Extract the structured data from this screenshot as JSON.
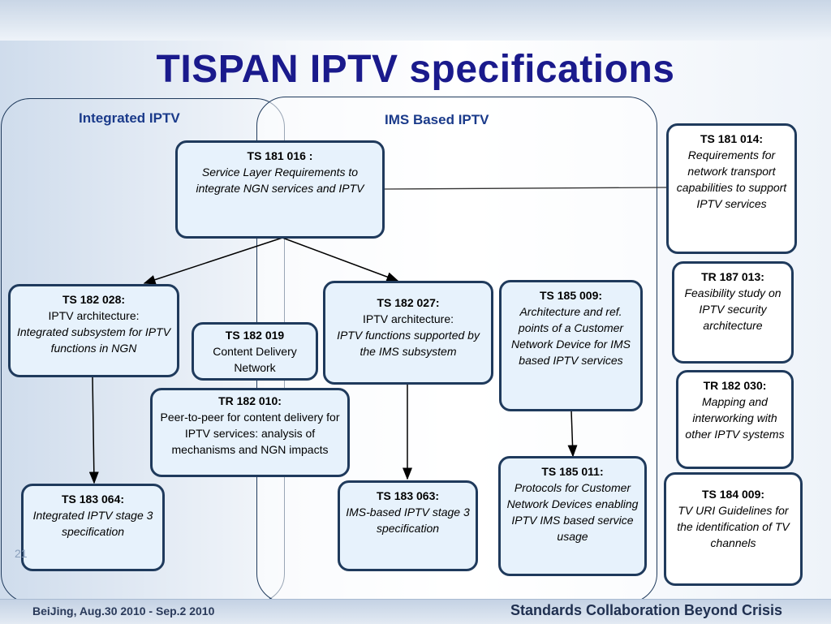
{
  "title": "TISPAN IPTV specifications",
  "regions": {
    "integrated": "Integrated IPTV",
    "ims": "IMS Based IPTV"
  },
  "boxes": {
    "ts181016": {
      "code": "TS 181 016 :",
      "desc": "Service Layer Requirements to integrate NGN services and IPTV"
    },
    "ts181014": {
      "code": "TS 181 014:",
      "desc": "Requirements for network transport capabilities to support IPTV services"
    },
    "tr187013": {
      "code": "TR 187 013:",
      "desc": "Feasibility study on IPTV security architecture"
    },
    "tr182030": {
      "code": "TR 182 030:",
      "desc": "Mapping and interworking with other IPTV systems"
    },
    "ts184009": {
      "code": "TS 184 009:",
      "desc": "TV URI Guidelines for the identification of TV channels"
    },
    "ts182028": {
      "code": "TS 182 028:",
      "plain": "IPTV architecture:",
      "desc": "Integrated subsystem for IPTV functions in NGN"
    },
    "ts182019": {
      "code": "TS 182 019",
      "plain": "Content Delivery Network"
    },
    "ts182027": {
      "code": "TS 182 027:",
      "plain": "IPTV architecture:",
      "desc": "IPTV functions supported by the IMS subsystem"
    },
    "ts185009": {
      "code": "TS 185 009:",
      "desc": "Architecture and ref. points of a Customer Network Device for IMS based IPTV services"
    },
    "tr182010": {
      "code": "TR 182 010:",
      "plain": "Peer-to-peer for content delivery for IPTV services: analysis of mechanisms and NGN impacts"
    },
    "ts183064": {
      "code": "TS 183 064:",
      "desc": "Integrated IPTV stage 3 specification"
    },
    "ts183063": {
      "code": "TS 183 063:",
      "desc": "IMS-based IPTV stage 3 specification"
    },
    "ts185011": {
      "code": "TS 185 011:",
      "desc": "Protocols for Customer Network Devices enabling IPTV IMS based service usage"
    }
  },
  "page_number": "21",
  "footer": {
    "left": "BeiJing,   Aug.30 2010 - Sep.2  2010",
    "right": "Standards Collaboration Beyond Crisis"
  },
  "colors": {
    "title": "#1a1a8c",
    "box_border": "#1f3a5c",
    "box_fill": "#e7f2fc"
  }
}
